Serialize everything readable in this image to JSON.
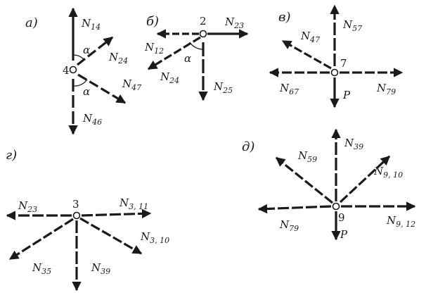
{
  "panels": [
    {
      "id": "a",
      "tag": "а)",
      "node": "4",
      "angles": [
        "α",
        "α"
      ],
      "forces": [
        {
          "id": "14",
          "label": "N",
          "sub": "14"
        },
        {
          "id": "24",
          "label": "N",
          "sub": "24"
        },
        {
          "id": "47",
          "label": "N",
          "sub": "47"
        },
        {
          "id": "46",
          "label": "N",
          "sub": "46"
        }
      ]
    },
    {
      "id": "b",
      "tag": "б)",
      "node": "2",
      "angles": [
        "α"
      ],
      "forces": [
        {
          "id": "12",
          "label": "N",
          "sub": "12"
        },
        {
          "id": "23",
          "label": "N",
          "sub": "23"
        },
        {
          "id": "24",
          "label": "N",
          "sub": "24"
        },
        {
          "id": "25",
          "label": "N",
          "sub": "25"
        }
      ]
    },
    {
      "id": "v",
      "tag": "в)",
      "node": "7",
      "forces": [
        {
          "id": "57",
          "label": "N",
          "sub": "57"
        },
        {
          "id": "47",
          "label": "N",
          "sub": "47"
        },
        {
          "id": "67",
          "label": "N",
          "sub": "67"
        },
        {
          "id": "79",
          "label": "N",
          "sub": "79"
        },
        {
          "id": "P",
          "label": "P",
          "sub": ""
        }
      ]
    },
    {
      "id": "g",
      "tag": "г)",
      "node": "3",
      "forces": [
        {
          "id": "23",
          "label": "N",
          "sub": "23"
        },
        {
          "id": "3_11",
          "label": "N",
          "sub": "3, 11"
        },
        {
          "id": "3_10",
          "label": "N",
          "sub": "3, 10"
        },
        {
          "id": "35",
          "label": "N",
          "sub": "35"
        },
        {
          "id": "39",
          "label": "N",
          "sub": "39"
        }
      ]
    },
    {
      "id": "d",
      "tag": "д)",
      "node": "9",
      "forces": [
        {
          "id": "39",
          "label": "N",
          "sub": "39"
        },
        {
          "id": "59",
          "label": "N",
          "sub": "59"
        },
        {
          "id": "9_10",
          "label": "N",
          "sub": "9, 10"
        },
        {
          "id": "79",
          "label": "N",
          "sub": "79"
        },
        {
          "id": "9_12",
          "label": "N",
          "sub": "9, 12"
        },
        {
          "id": "P",
          "label": "P",
          "sub": ""
        }
      ]
    }
  ]
}
